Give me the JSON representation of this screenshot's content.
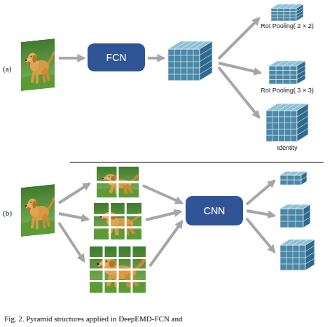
{
  "diagram": {
    "caption": "Fig. 2. Pyramid structures applied in DeepEMD-FCN and",
    "nodes": [
      {
        "text": [
          "FCN"
        ]
      },
      {
        "text": [
          "RoI Pooling( 2 × 2)"
        ]
      },
      {
        "text": [
          "RoI Pooling( 3 × 3)"
        ]
      },
      {
        "text": [
          "Identity"
        ]
      },
      {
        "text": [
          "CNN"
        ]
      }
    ],
    "labels": [
      "(a)",
      "(b)"
    ]
  }
}
